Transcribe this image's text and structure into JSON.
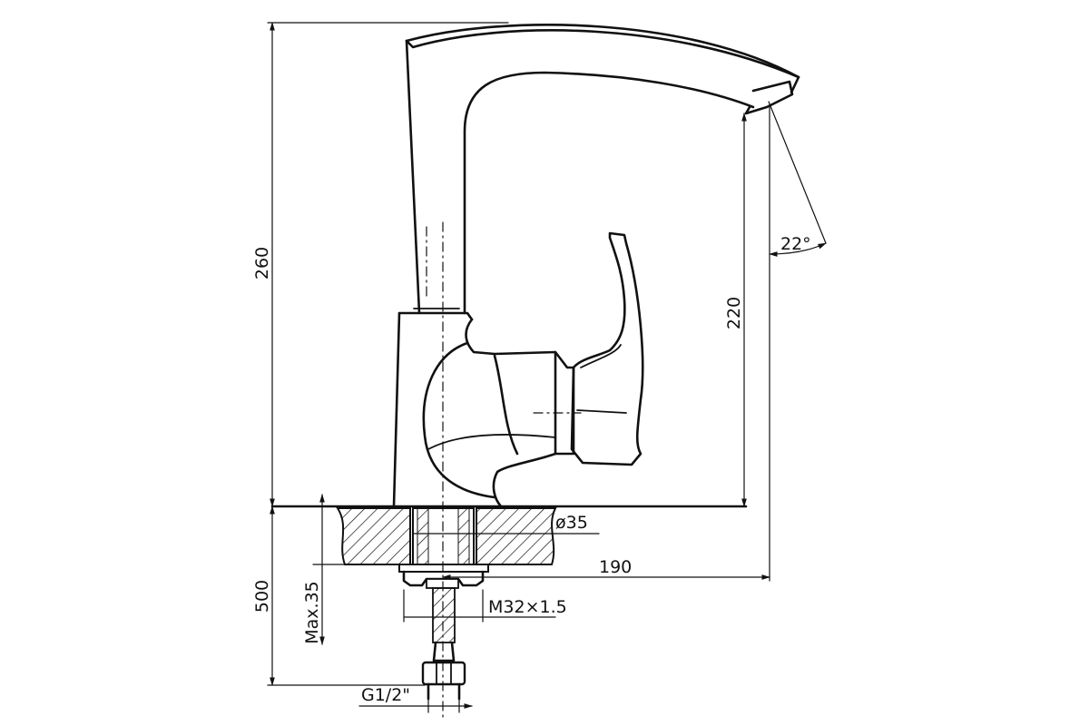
{
  "dimensions": {
    "total_height": "260",
    "spout_height": "220",
    "spout_angle": "22°",
    "base_diameter": "ø35",
    "spout_reach": "190",
    "thread": "M32×1.5",
    "max_thickness": "Max.35",
    "hose_length": "500",
    "connection": "G1/2\""
  },
  "colors": {
    "ink": "#111111",
    "paper": "#ffffff"
  }
}
